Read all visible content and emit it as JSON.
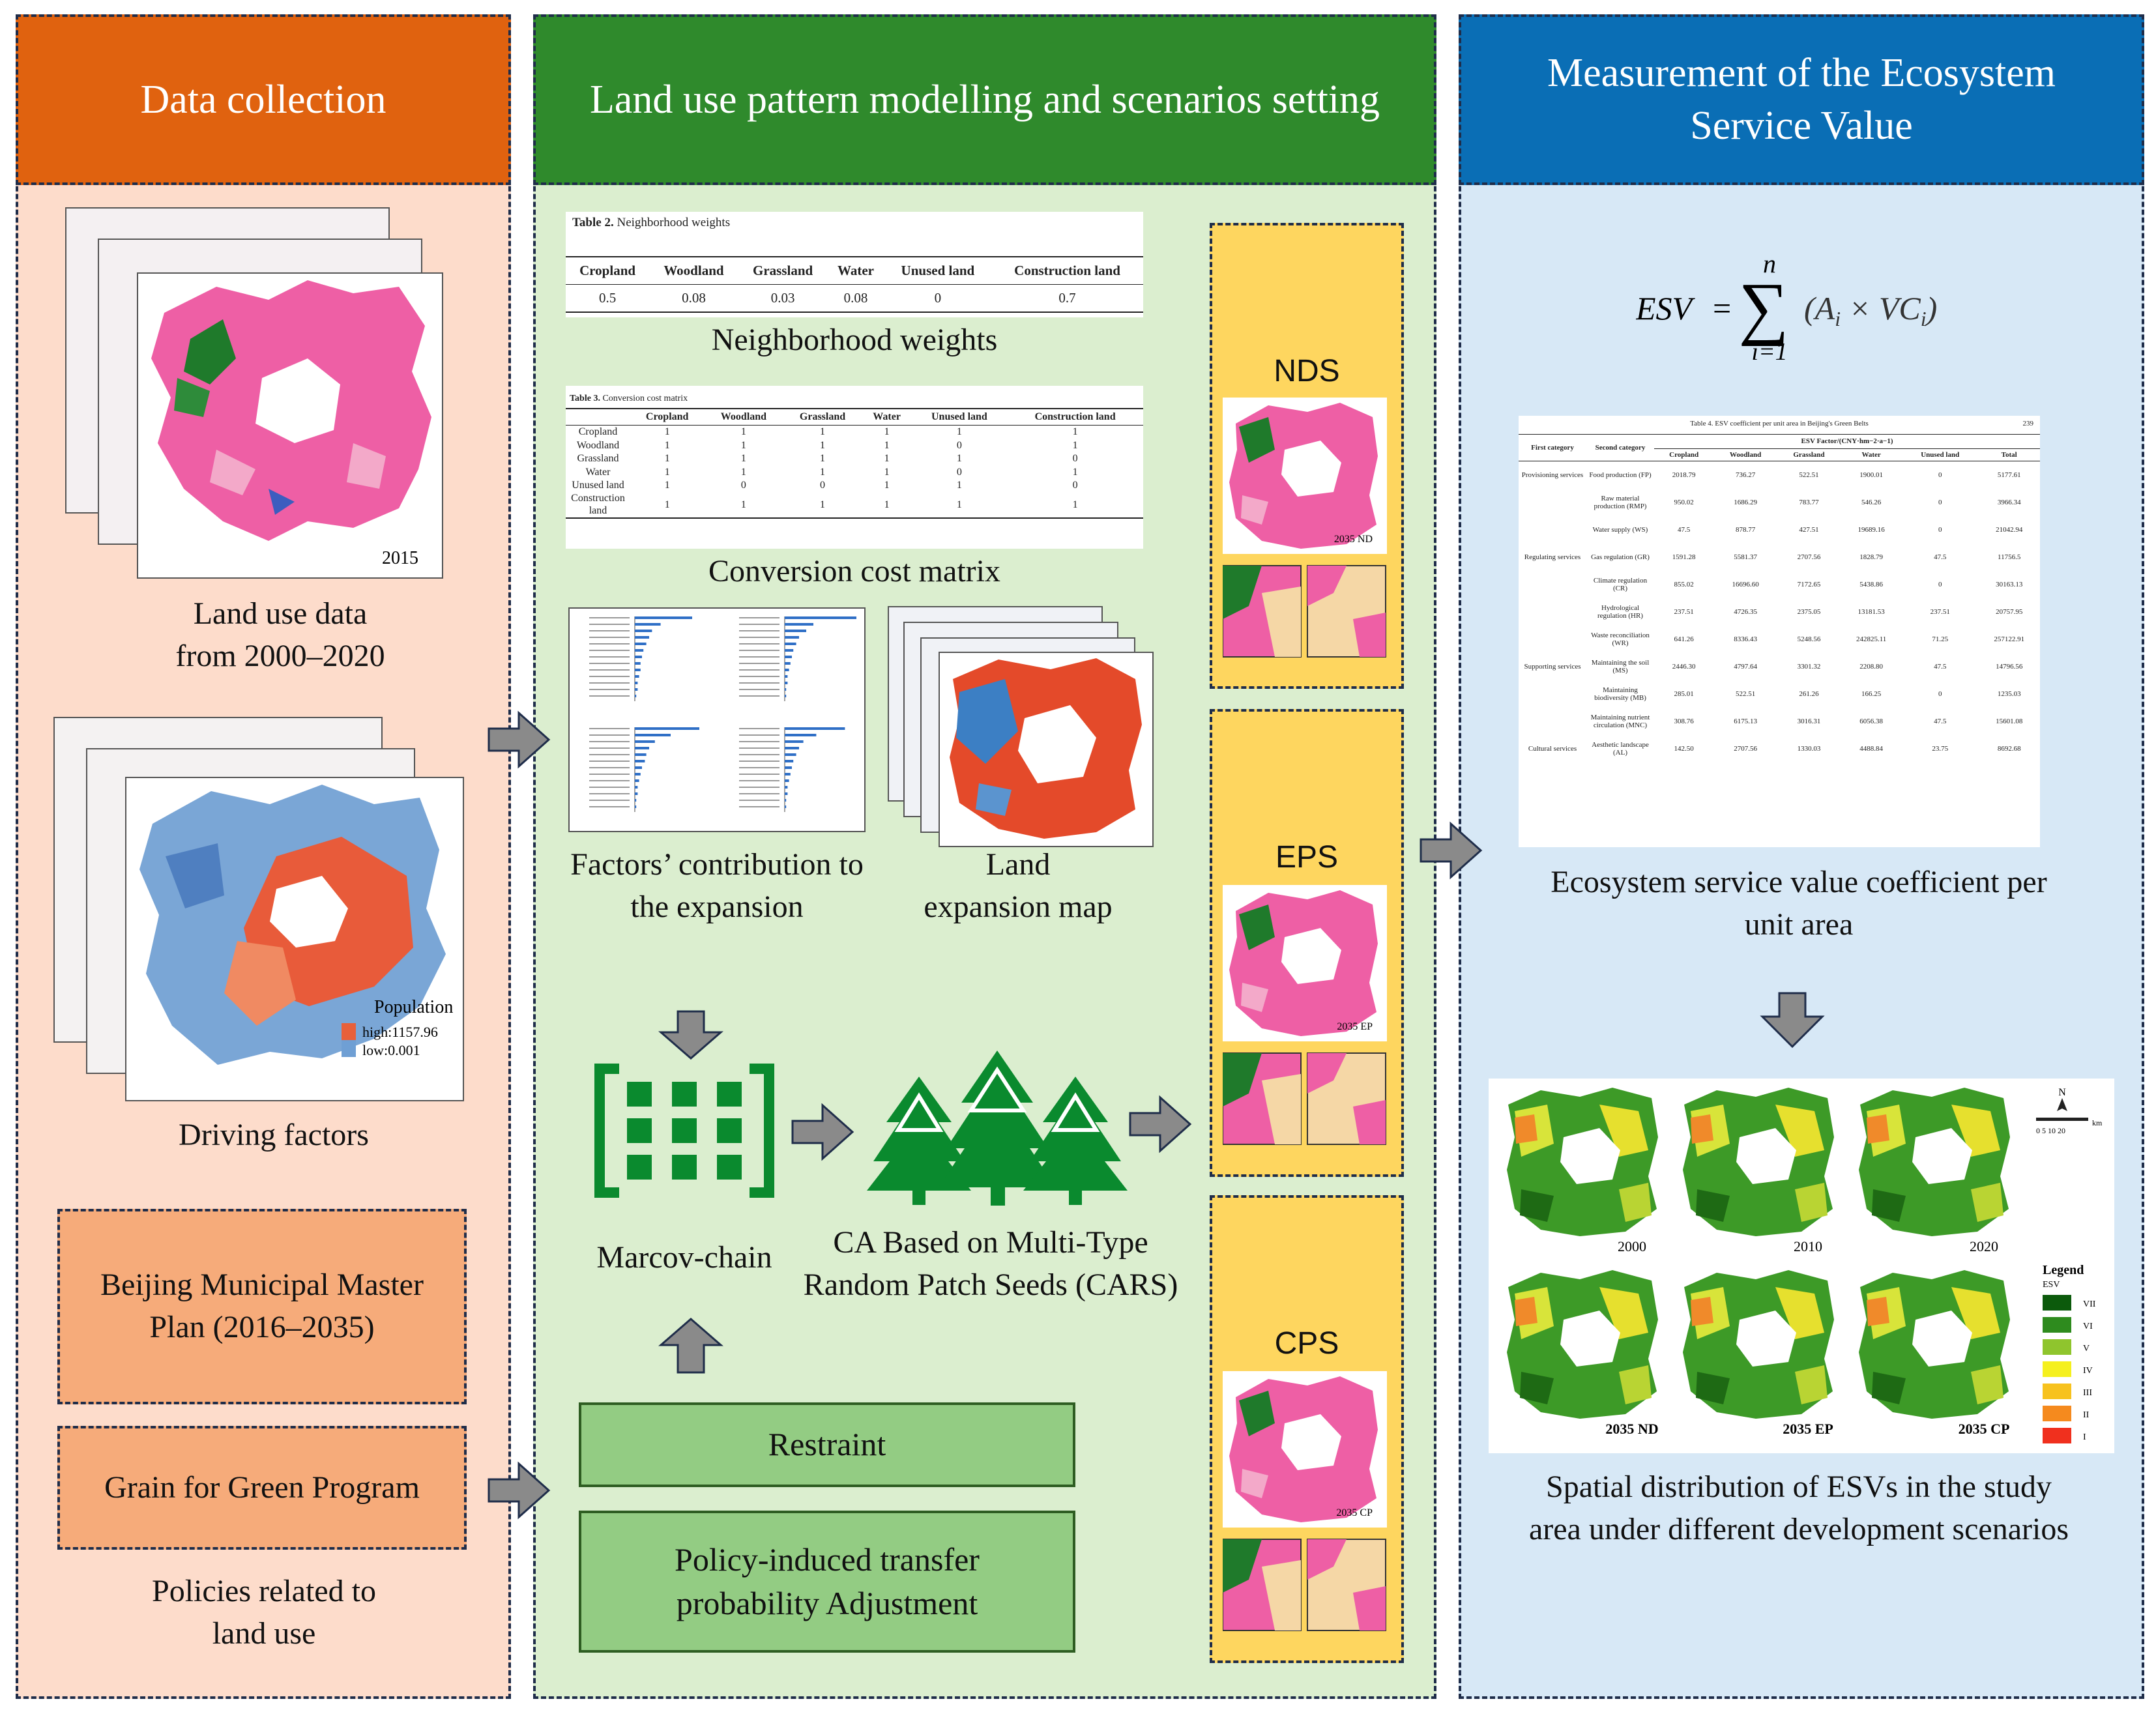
{
  "columns": {
    "data_collection": {
      "title": "Data collection",
      "land_use_caption": "Land use data\nfrom 2000–2020",
      "land_use_year": "2015",
      "driving_caption": "Driving factors",
      "population_legend": {
        "title": "Population",
        "high": "high:1157.96",
        "low": "low:0.001"
      },
      "plan_box": "Beijing Municipal Master Plan (2016–2035)",
      "grain_box": "Grain for Green Program",
      "policies_caption": "Policies related to\nland use"
    },
    "modelling": {
      "title": "Land use pattern modelling and scenarios setting",
      "neighborhood_table": {
        "caption_bold": "Table 2.",
        "caption_rest": " Neighborhood weights",
        "headers": [
          "Cropland",
          "Woodland",
          "Grassland",
          "Water",
          "Unused land",
          "Construction land"
        ],
        "values": [
          "0.5",
          "0.08",
          "0.03",
          "0.08",
          "0",
          "0.7"
        ]
      },
      "neighborhood_caption": "Neighborhood weights",
      "conversion_table": {
        "caption_bold": "Table 3.",
        "caption_rest": " Conversion cost matrix",
        "headers": [
          "",
          "Cropland",
          "Woodland",
          "Grassland",
          "Water",
          "Unused land",
          "Construction land"
        ],
        "rows": [
          [
            "Cropland",
            "1",
            "1",
            "1",
            "1",
            "1",
            "1"
          ],
          [
            "Woodland",
            "1",
            "1",
            "1",
            "1",
            "0",
            "1"
          ],
          [
            "Grassland",
            "1",
            "1",
            "1",
            "1",
            "1",
            "0"
          ],
          [
            "Water",
            "1",
            "1",
            "1",
            "1",
            "0",
            "1"
          ],
          [
            "Unused land",
            "1",
            "0",
            "0",
            "1",
            "1",
            "0"
          ],
          [
            "Construction land",
            "1",
            "1",
            "1",
            "1",
            "1",
            "1"
          ]
        ]
      },
      "conversion_caption": "Conversion cost matrix",
      "factors_caption": "Factors’ contribution to\nthe expansion",
      "expansion_caption": "Land\nexpansion map",
      "markov_caption": "Marcov-chain",
      "cars_caption": "CA Based on Multi-Type\nRandom Patch Seeds (CARS)",
      "restraint_box": "Restraint",
      "policy_box": "Policy-induced transfer\nprobability Adjustment",
      "scenarios": [
        {
          "label": "NDS",
          "map_tag": "2035 ND"
        },
        {
          "label": "EPS",
          "map_tag": "2035 EP"
        },
        {
          "label": "CPS",
          "map_tag": "2035 CP"
        }
      ]
    },
    "esv": {
      "title": "Measurement of the Ecosystem Service Value",
      "formula": {
        "lhs": "ESV",
        "op": "=",
        "upper": "n",
        "lower": "i=1",
        "body": "(A",
        "sub1": "i",
        "times": " × VC",
        "sub2": "i",
        "close": ")"
      },
      "esv_table": {
        "caption": "Table 4. ESV coefficient per unit area in Beijing's Green Belts",
        "page_no": "239",
        "header1": [
          "First category",
          "Second category",
          "ESV Factor/(CNY·hm−2·a−1)"
        ],
        "header2": [
          "Cropland",
          "Woodland",
          "Grassland",
          "Water",
          "Unused land",
          "Total"
        ],
        "rows": [
          [
            "Provisioning services",
            "Food production (FP)",
            "2018.79",
            "736.27",
            "522.51",
            "1900.01",
            "0",
            "5177.61"
          ],
          [
            "",
            "Raw material production (RMP)",
            "950.02",
            "1686.29",
            "783.77",
            "546.26",
            "0",
            "3966.34"
          ],
          [
            "",
            "Water supply (WS)",
            "47.5",
            "878.77",
            "427.51",
            "19689.16",
            "0",
            "21042.94"
          ],
          [
            "Regulating services",
            "Gas regulation (GR)",
            "1591.28",
            "5581.37",
            "2707.56",
            "1828.79",
            "47.5",
            "11756.5"
          ],
          [
            "",
            "Climate regulation (CR)",
            "855.02",
            "16696.60",
            "7172.65",
            "5438.86",
            "0",
            "30163.13"
          ],
          [
            "",
            "Hydrological regulation (HR)",
            "237.51",
            "4726.35",
            "2375.05",
            "13181.53",
            "237.51",
            "20757.95"
          ],
          [
            "",
            "Waste reconciliation (WR)",
            "641.26",
            "8336.43",
            "5248.56",
            "242825.11",
            "71.25",
            "257122.91"
          ],
          [
            "Supporting services",
            "Maintaining the soil (MS)",
            "2446.30",
            "4797.64",
            "3301.32",
            "2208.80",
            "47.5",
            "14796.56"
          ],
          [
            "",
            "Maintaining biodiversity (MB)",
            "285.01",
            "522.51",
            "261.26",
            "166.25",
            "0",
            "1235.03"
          ],
          [
            "",
            "Maintaining nutrient circulation (MNC)",
            "308.76",
            "6175.13",
            "3016.31",
            "6056.38",
            "47.5",
            "15601.08"
          ],
          [
            "Cultural services",
            "Aesthetic landscape (AL)",
            "142.50",
            "2707.56",
            "1330.03",
            "4488.84",
            "23.75",
            "8692.68"
          ]
        ]
      },
      "coef_caption": "Ecosystem service value coefficient per\nunit area",
      "dist_maps": [
        "2000",
        "2010",
        "2020",
        "2035 ND",
        "2035 EP",
        "2035 CP"
      ],
      "legend": {
        "title": "Legend",
        "subtitle": "ESV",
        "classes": [
          "VII",
          "VI",
          "V",
          "IV",
          "III",
          "II",
          "I"
        ]
      },
      "north_label": "N",
      "scale_label": "0 5 10 20",
      "scale_unit": "km",
      "dist_caption": "Spatial distribution of ESVs in the study\narea under different development scenarios"
    }
  },
  "colors": {
    "data_header": "#e0620f",
    "data_bg": "#fddccb",
    "model_header": "#2f8a2c",
    "model_bg": "#dbeecf",
    "esv_header": "#0a6eb5",
    "esv_bg": "#d7e8f6",
    "scenario": "#fed65f",
    "arrow": "#8a8a8a",
    "tree": "#0a8a2e"
  }
}
